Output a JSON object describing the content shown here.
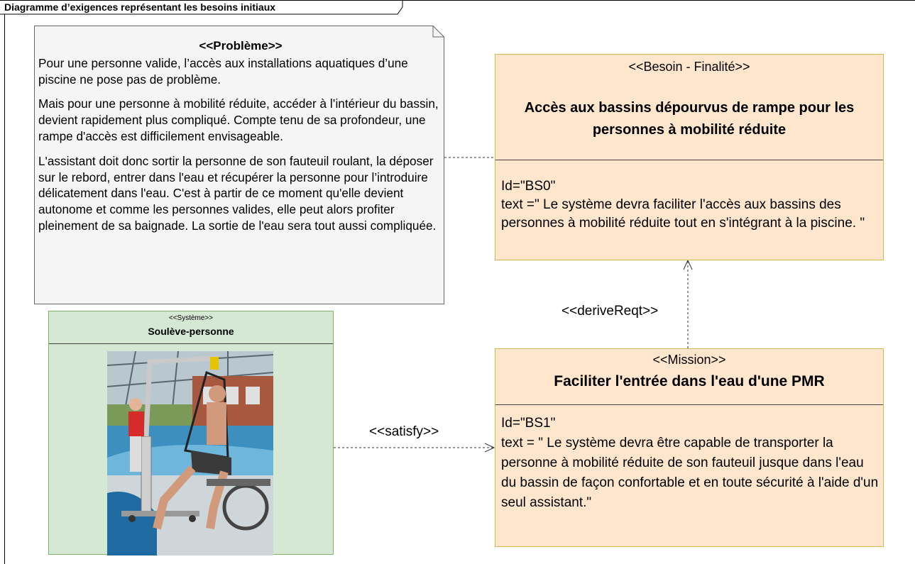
{
  "frame": {
    "title": "Diagramme d’exigences représentant les besoins initiaux"
  },
  "note": {
    "stereotype": "<<Problème>>",
    "paragraphs": [
      "Pour une personne valide, l’accès aux installations aquatiques d’une piscine ne pose pas de problème.",
      "Mais pour une personne à mobilité réduite, accéder à l’intérieur du bassin, devient rapidement plus compliqué. Compte tenu de sa profondeur, une rampe d'accès est difficilement envisageable.",
      "L'assistant doit donc sortir la personne de son fauteuil roulant, la déposer sur le rebord, entrer dans l'eau et récupérer la personne pour l’introduire délicatement dans l'eau. C'est à partir de ce moment qu'elle devient autonome et comme les personnes valides, elle peut alors profiter pleinement de sa baignade. La sortie de l'eau sera tout aussi compliquée."
    ]
  },
  "requirements": {
    "bs0": {
      "stereotype": "<<Besoin - Finalité>>",
      "title": "Accès aux bassins dépourvus de rampe pour les personnes à mobilité réduite",
      "id": "Id=\"BS0\"",
      "text": "text =\" Le système devra faciliter l'accès aux bassins des personnes à mobilité réduite tout en s'intégrant à la piscine. \""
    },
    "bs1": {
      "stereotype": "<<Mission>>",
      "title": "Faciliter l'entrée dans l'eau d'une PMR",
      "id": "Id=\"BS1\"",
      "text": "text = \" Le système devra être capable de transporter la personne à mobilité réduite de son fauteuil jusque dans l'eau du bassin de façon confortable et en toute sécurité à l'aide d'un seul assistant.\""
    }
  },
  "system": {
    "stereotype": "<<Système>>",
    "title": "Soulève-personne",
    "photo_icon": "patient-lift-photo"
  },
  "relations": {
    "derive": "<<deriveReqt>>",
    "satisfy": "<<satisfy>>"
  },
  "colors": {
    "requirement_fill": "#ffe6cc",
    "requirement_border": "#d6b656",
    "note_fill": "#f5f5f5",
    "block_fill": "#d5e8d4",
    "block_border": "#82b366"
  }
}
